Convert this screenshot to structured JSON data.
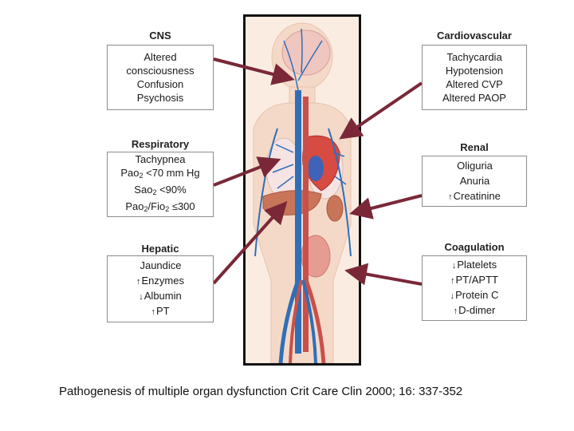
{
  "cns": {
    "title": "CNS",
    "lines": [
      "Altered",
      "consciousness",
      "Confusion",
      "Psychosis"
    ]
  },
  "respiratory": {
    "title": "Respiratory",
    "line1": "Tachypnea",
    "pao2_label": "Pao",
    "pao2_sub": "2",
    "pao2_value": " <70 mm Hg",
    "sao2_label": "Sao",
    "sao2_sub": "2",
    "sao2_value": " <90%",
    "ratio_a": "Pao",
    "ratio_a_sub": "2",
    "ratio_b": "/Fio",
    "ratio_b_sub": "2",
    "ratio_value": " ≤300"
  },
  "hepatic": {
    "title": "Hepatic",
    "items": [
      {
        "arrow": "",
        "text": "Jaundice"
      },
      {
        "arrow": "↑",
        "text": "Enzymes"
      },
      {
        "arrow": "↓",
        "text": "Albumin"
      },
      {
        "arrow": "↑",
        "text": "PT"
      }
    ]
  },
  "cardiovascular": {
    "title": "Cardiovascular",
    "lines": [
      "Tachycardia",
      "Hypotension",
      "Altered CVP",
      "Altered PAOP"
    ]
  },
  "renal": {
    "title": "Renal",
    "items": [
      {
        "arrow": "",
        "text": "Oliguria"
      },
      {
        "arrow": "",
        "text": "Anuria"
      },
      {
        "arrow": "↑",
        "text": "Creatinine"
      }
    ]
  },
  "coagulation": {
    "title": "Coagulation",
    "items": [
      {
        "arrow": "↓",
        "text": "Platelets"
      },
      {
        "arrow": "↑",
        "text": "PT/APTT"
      },
      {
        "arrow": "↓",
        "text": "Protein C"
      },
      {
        "arrow": "↑",
        "text": "D-dimer"
      }
    ]
  },
  "caption": "Pathogenesis of multiple organ dysfunction Crit Care Clin 2000; 16: 337-352",
  "colors": {
    "arrow": "#7a2838",
    "vein": "#2f6fb8",
    "artery": "#c9504a",
    "skin": "#fbece2"
  }
}
